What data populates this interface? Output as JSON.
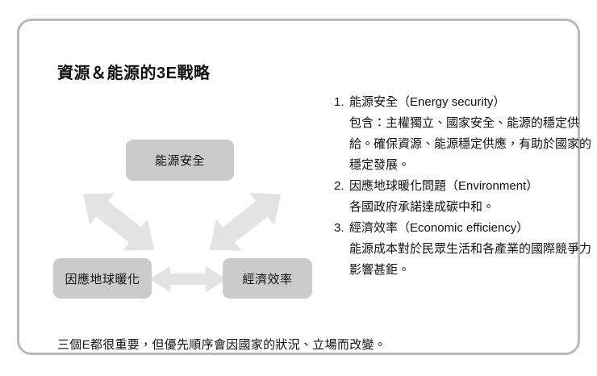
{
  "slide": {
    "title": "資源＆能源的3E戰略",
    "caption": "三個E都很重要，但優先順序會因國家的狀況、立場而改變。",
    "colors": {
      "card_border": "#b9b9b9",
      "node_fill": "#cbcbcb",
      "arrow_fill": "#e3e3e3",
      "text": "#111111",
      "background": "#ffffff"
    }
  },
  "diagram": {
    "nodes": [
      {
        "id": "energy-security",
        "label": "能源安全"
      },
      {
        "id": "global-warming",
        "label": "因應地球暖化"
      },
      {
        "id": "economic-efficiency",
        "label": "經濟效率"
      }
    ],
    "arrows": [
      {
        "id": "warming-to-security",
        "kind": "double-headed-diagonal"
      },
      {
        "id": "security-to-economy",
        "kind": "double-headed-diagonal"
      },
      {
        "id": "warming-to-economy",
        "kind": "double-headed-horizontal"
      }
    ]
  },
  "list": {
    "items": [
      {
        "number": "1.",
        "head": "能源安全（Energy security）",
        "desc": "包含：主權獨立、國家安全、能源的穩定供給。確保資源、能源穩定供應，有助於國家的穩定發展。"
      },
      {
        "number": "2.",
        "head": "因應地球暖化問題（Environment）",
        "desc": "各國政府承諾達成碳中和。"
      },
      {
        "number": "3.",
        "head": "經濟效率（Economic efficiency）",
        "desc": "能源成本對於民眾生活和各產業的國際競爭力影響甚鉅。"
      }
    ]
  }
}
